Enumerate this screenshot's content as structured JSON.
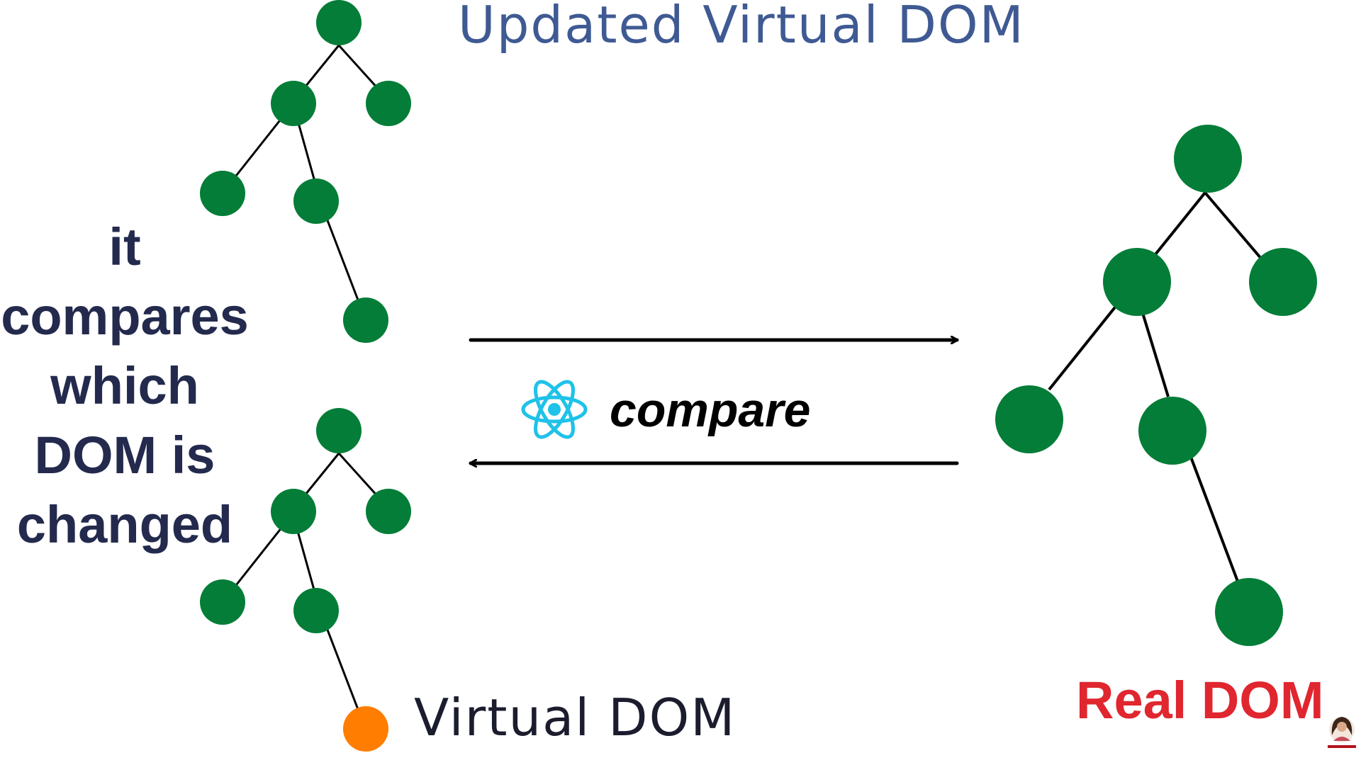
{
  "labels": {
    "updated_virtual_dom": "Updated Virtual DOM",
    "virtual_dom": "Virtual DOM",
    "real_dom": "Real DOM",
    "compare": "compare",
    "left_caption": [
      "it",
      "compares",
      "which",
      "DOM is",
      "changed"
    ]
  },
  "colors": {
    "node": "#037d37",
    "changed_node": "#ff7d00",
    "title": "#3f5a93",
    "real_dom": "#e0262f",
    "left_caption": "#232a4d",
    "react_logo": "#1fc2e8"
  },
  "icons": {
    "react_logo": "react-atom-icon",
    "avatar": "subscribe-avatar"
  }
}
